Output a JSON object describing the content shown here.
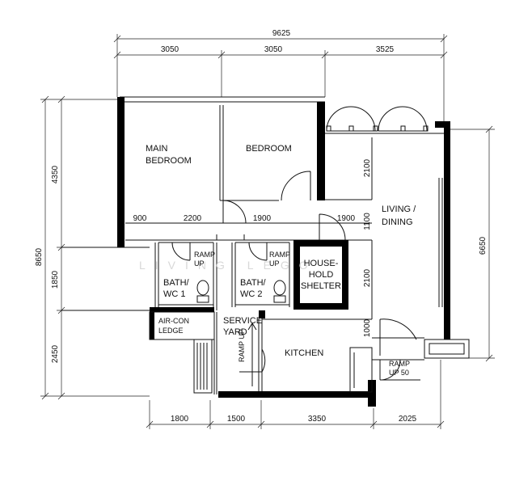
{
  "dimensions": {
    "top_total": "9625",
    "top_segments": [
      "3050",
      "3050",
      "3525"
    ],
    "left_total": "8650",
    "left_segments": [
      "4350",
      "1850",
      "2450"
    ],
    "right_total": "6650",
    "bottom_segments": [
      "1800",
      "1500",
      "3350",
      "2025"
    ],
    "interior": {
      "d900": "900",
      "d2200": "2200",
      "d1900a": "1900",
      "d1900b": "1900",
      "d2100a": "2100",
      "d1100": "1100",
      "d2100b": "2100",
      "d1000": "1000"
    }
  },
  "rooms": {
    "main_bedroom": [
      "MAIN",
      "BEDROOM"
    ],
    "bedroom": [
      "BEDROOM"
    ],
    "living_dining": [
      "LIVING /",
      "DINING"
    ],
    "bath1": [
      "BATH/",
      "WC  1"
    ],
    "bath2": [
      "BATH/",
      "WC  2"
    ],
    "shelter": [
      "HOUSE-",
      "HOLD",
      "SHELTER"
    ],
    "aircon": [
      "AIR-CON",
      "LEDGE"
    ],
    "service_yard": [
      "SERVICE",
      "YARD"
    ],
    "kitchen": [
      "KITCHEN"
    ]
  },
  "ramps": {
    "bath1_ramp": [
      "RAMP",
      "UP"
    ],
    "bath2_ramp": [
      "RAMP",
      "UP"
    ],
    "yard_ramp": "RAMP UP",
    "entry_ramp": [
      "RAMP",
      "UP  50"
    ]
  },
  "watermark": "LIVING LEGO"
}
